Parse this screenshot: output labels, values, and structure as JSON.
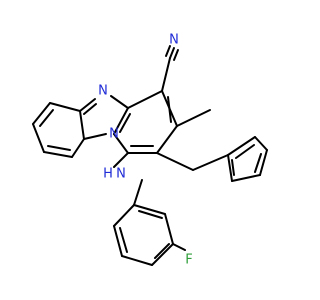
{
  "molecule": {
    "atoms": [
      {
        "id": "n-nitrile",
        "symbol": "N"
      },
      {
        "id": "n-imidazole",
        "symbol": "N"
      },
      {
        "id": "n-bridgehead",
        "symbol": "N"
      },
      {
        "id": "n-amine",
        "symbol": "N",
        "hydrogen": "H"
      },
      {
        "id": "f-para",
        "symbol": "F"
      }
    ],
    "colors": {
      "nitrogen": "#1f2bd6",
      "fluorine": "#2f9e3a",
      "bond": "#000000"
    }
  }
}
